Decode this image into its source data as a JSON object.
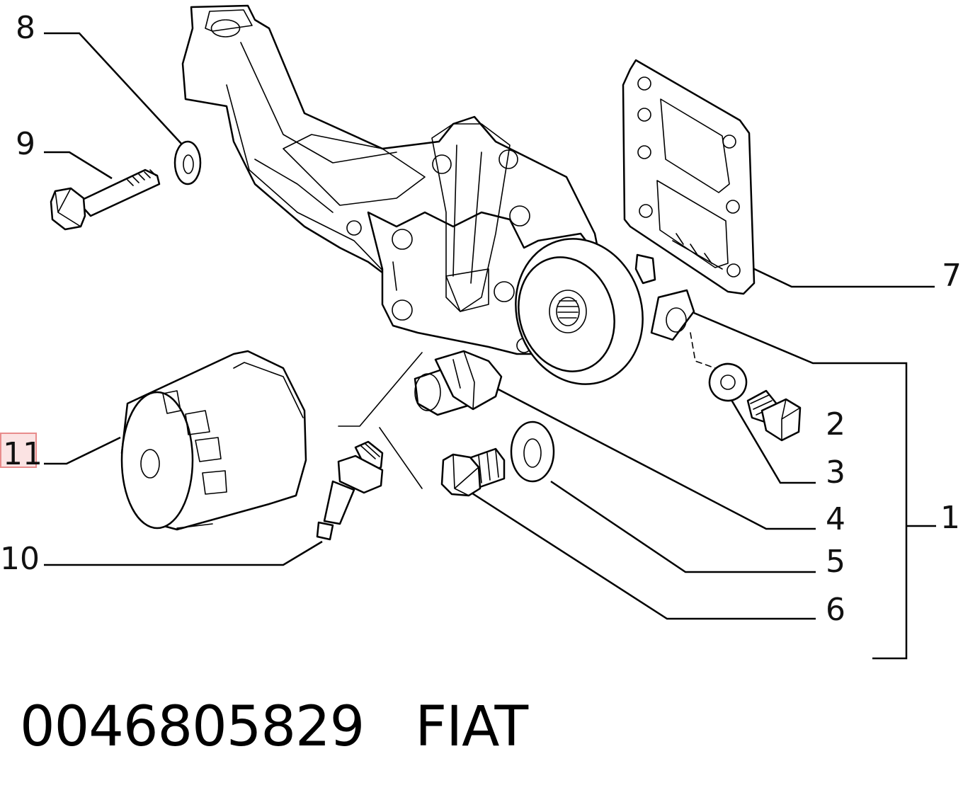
{
  "callouts": {
    "c1": "1",
    "c2": "2",
    "c3": "3",
    "c4": "4",
    "c5": "5",
    "c6": "6",
    "c7": "7",
    "c8": "8",
    "c9": "9",
    "c10": "10",
    "c11": "11"
  },
  "footer": {
    "part_number": "0046805829",
    "brand": "FIAT"
  },
  "highlight": {
    "callout": "11",
    "color": "#e88c8c"
  }
}
